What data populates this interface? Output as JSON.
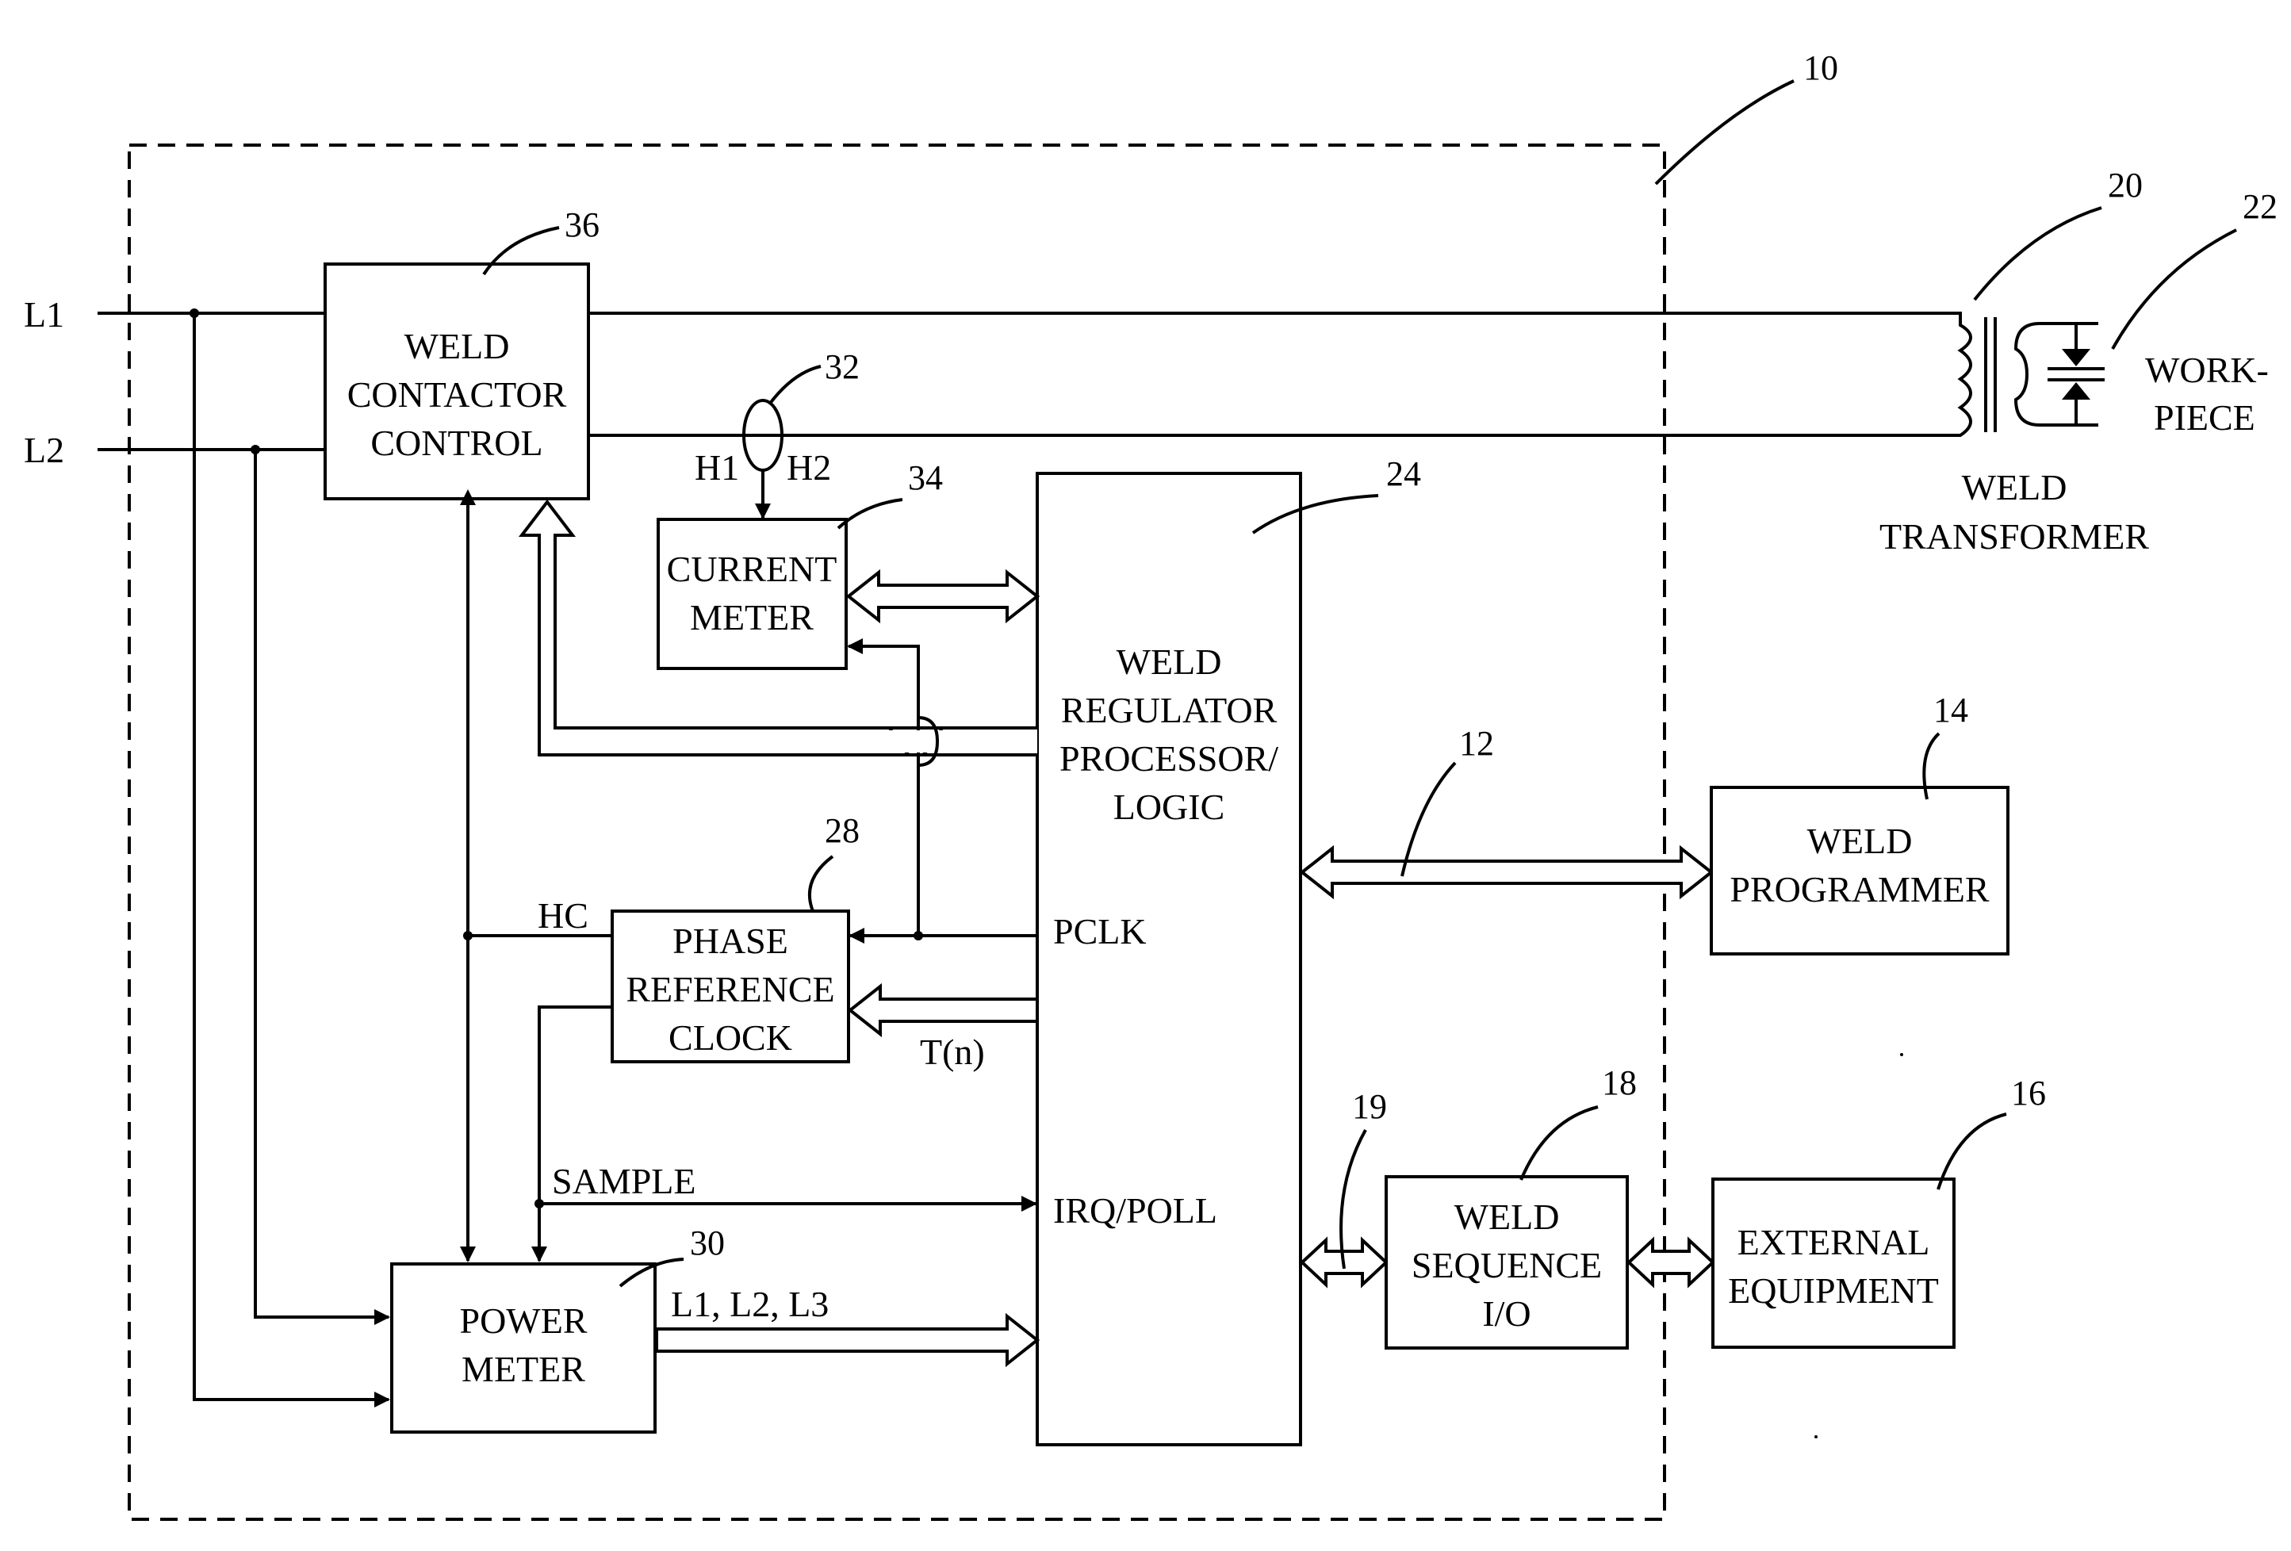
{
  "blocks": {
    "weld_contactor_control": [
      "WELD",
      "CONTACTOR",
      "CONTROL"
    ],
    "current_meter": [
      "CURRENT",
      "METER"
    ],
    "weld_regulator": [
      "WELD",
      "REGULATOR",
      "PROCESSOR/",
      "LOGIC"
    ],
    "phase_reference_clock": [
      "PHASE",
      "REFERENCE",
      "CLOCK"
    ],
    "power_meter": [
      "POWER",
      "METER"
    ],
    "weld_programmer": [
      "WELD",
      "PROGRAMMER"
    ],
    "weld_sequence_io": [
      "WELD",
      "SEQUENCE",
      "I/O"
    ],
    "external_equipment": [
      "EXTERNAL",
      "EQUIPMENT"
    ],
    "weld_transformer": [
      "WELD",
      "TRANSFORMER"
    ],
    "workpiece": [
      "WORK-",
      "PIECE"
    ]
  },
  "signals": {
    "l1": "L1",
    "l2": "L2",
    "h1": "H1",
    "h2": "H2",
    "hc": "HC",
    "pclk": "PCLK",
    "tn": "T(n)",
    "sample": "SAMPLE",
    "irq_poll": "IRQ/POLL",
    "power_lines": "L1, L2, L3"
  },
  "refs": {
    "system": "10",
    "bus": "12",
    "programmer": "14",
    "external": "16",
    "sequence": "18",
    "seq_link": "19",
    "transformer": "20",
    "workpiece": "22",
    "regulator": "24",
    "phase_clock": "28",
    "power_meter": "30",
    "current_sensor": "32",
    "current_meter": "34",
    "contactor": "36"
  }
}
